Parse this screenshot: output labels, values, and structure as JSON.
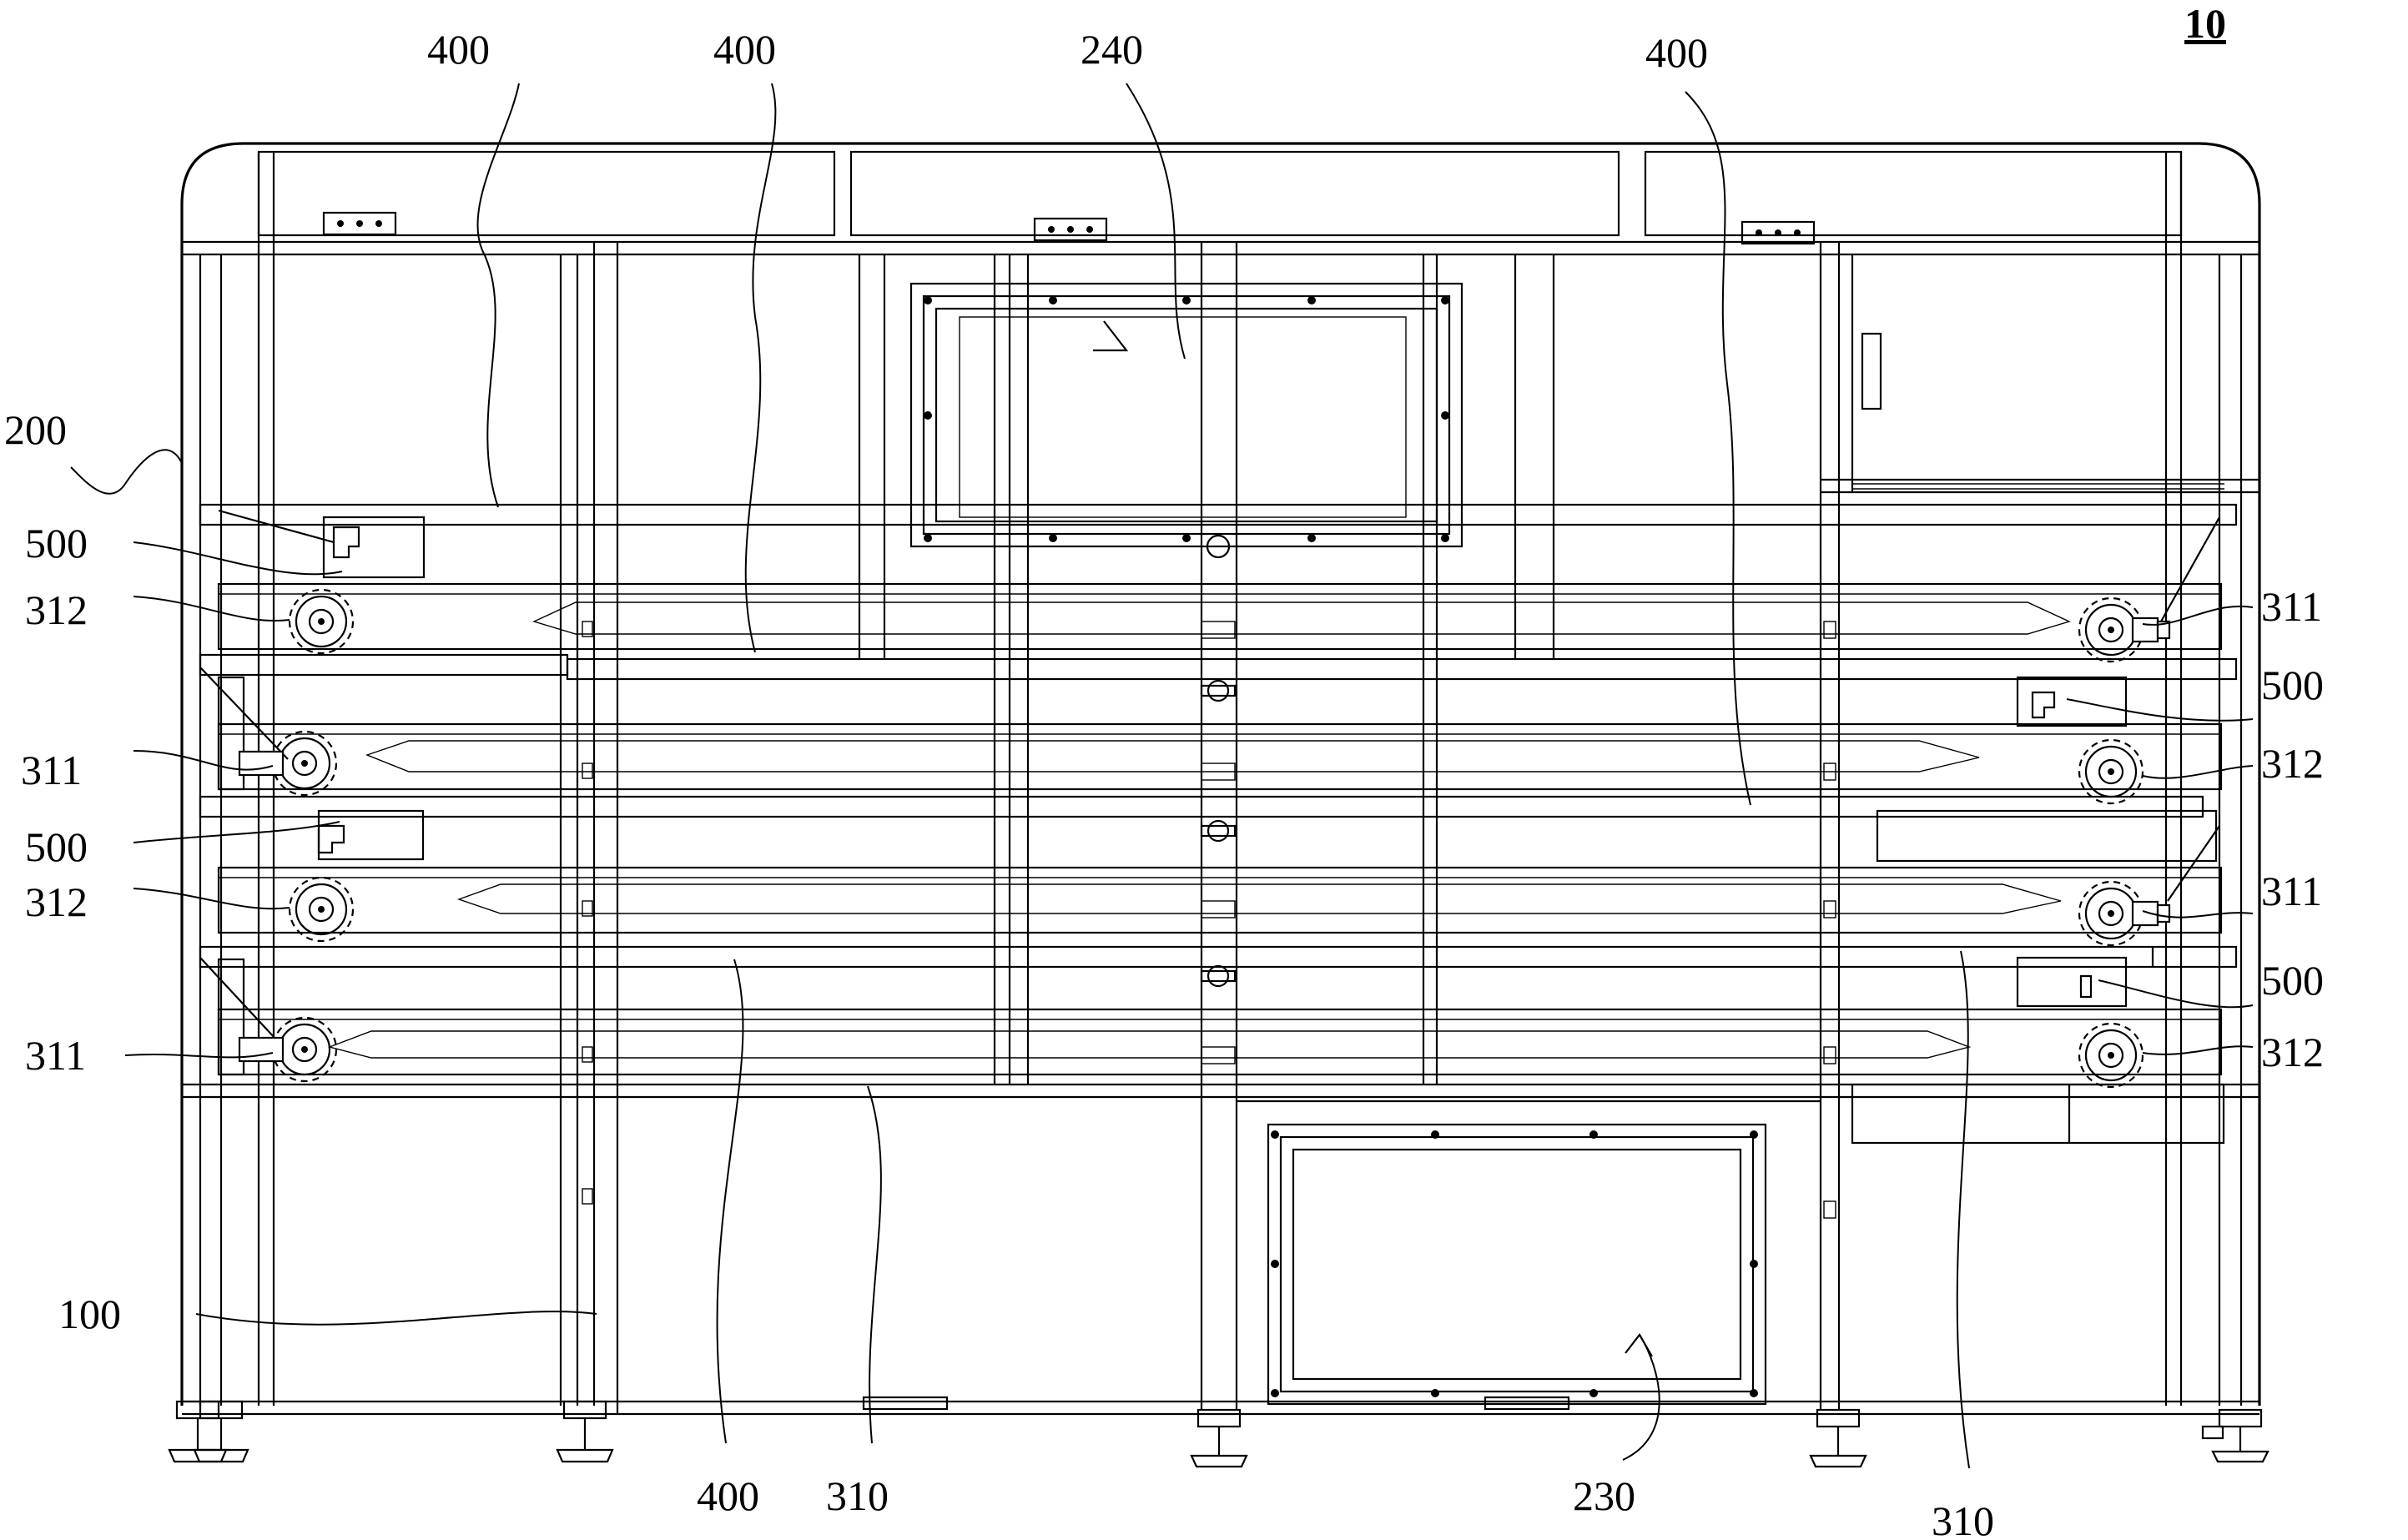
{
  "figure": {
    "number": "10"
  },
  "labels": {
    "l400_a": "400",
    "l400_b": "400",
    "l240": "240",
    "l400_c": "400",
    "l200": "200",
    "l500_a": "500",
    "l312_a": "312",
    "l311_a": "311",
    "l500_b": "500",
    "l312_b": "312",
    "l311_b": "311",
    "l500_c": "500",
    "l311_c": "311",
    "l500_d": "500",
    "l312_c": "312",
    "l100": "100",
    "l400_d": "400",
    "l310_a": "310",
    "l230": "230",
    "l310_b": "310",
    "l311_d": "311",
    "l312_d": "312"
  },
  "style": {
    "line_color": "#000000",
    "background": "#ffffff"
  }
}
